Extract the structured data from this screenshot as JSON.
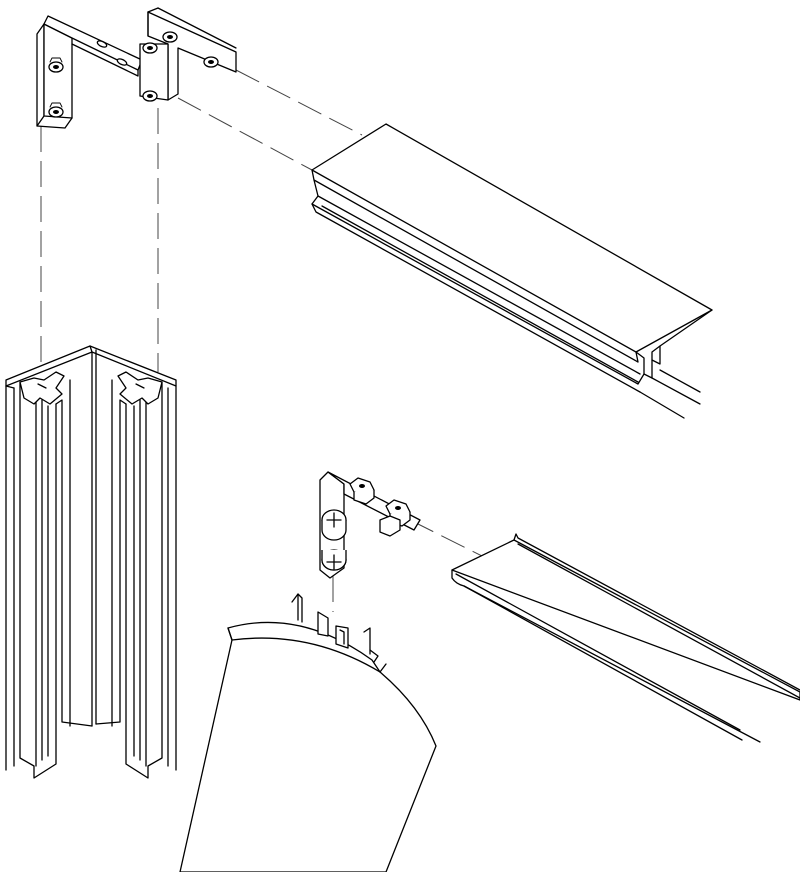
{
  "diagram": {
    "kind": "exploded assembly line drawing",
    "background": "#ffffff",
    "ink": "#000000",
    "components": [
      {
        "id": "corner-profile",
        "icon": "square-corner-post"
      },
      {
        "id": "upper-angle-bracket-left",
        "icon": "l-bracket"
      },
      {
        "id": "upper-angle-bracket-right",
        "icon": "l-bracket"
      },
      {
        "id": "upper-rail-profile",
        "icon": "top-rail"
      },
      {
        "id": "lower-mounting-bracket",
        "icon": "bracket-with-bolts"
      },
      {
        "id": "round-column-profile",
        "icon": "round-column"
      },
      {
        "id": "lower-rail-profile",
        "icon": "slotted-rail"
      }
    ]
  }
}
